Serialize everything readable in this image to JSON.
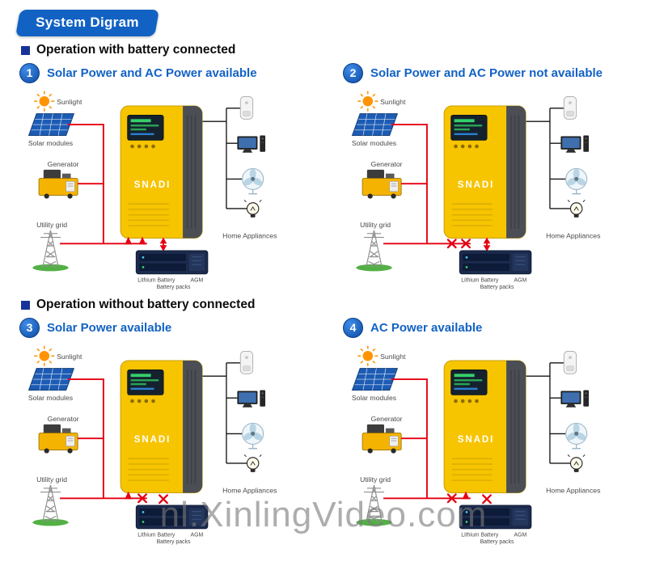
{
  "page": {
    "title_badge": "System Digram",
    "watermark": "nl.XinlingVideo.com"
  },
  "sections": [
    {
      "heading": "Operation with battery connected"
    },
    {
      "heading": "Operation without battery connected"
    }
  ],
  "panels": [
    {
      "number": "1",
      "title": "Solar Power and AC Power available"
    },
    {
      "number": "2",
      "title": "Solar Power and AC Power not available"
    },
    {
      "number": "3",
      "title": "Solar Power available"
    },
    {
      "number": "4",
      "title": "AC Power available"
    }
  ],
  "diagram_labels": {
    "sunlight": "Sunlight",
    "solar_modules": "Solar modules",
    "generator": "Generator",
    "utility_grid": "Utility grid",
    "inverter_brand": "SNADI",
    "home_appliances": "Home Appliances",
    "lithium_battery": "Lithium Battery",
    "agm": "AGM",
    "battery_packs": "Battery packs"
  },
  "colors": {
    "brand_blue": "#1262c4",
    "accent_red": "#e60012",
    "inverter_yellow": "#f7c400"
  }
}
